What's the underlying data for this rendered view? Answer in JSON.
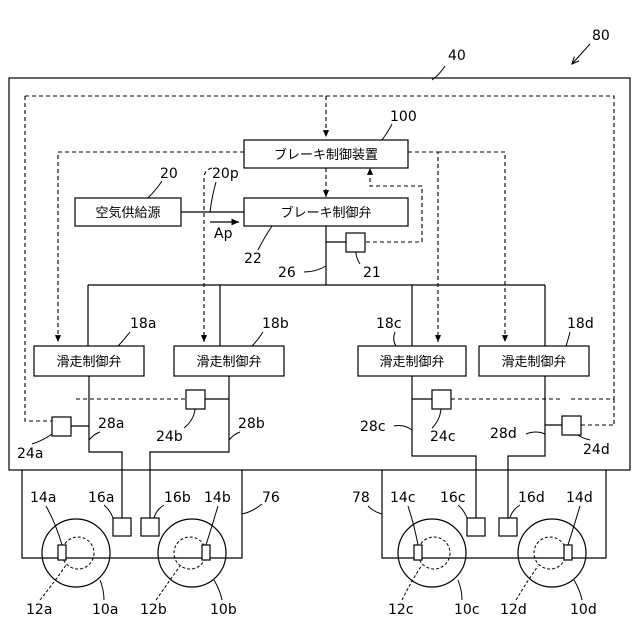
{
  "figure_number": "80",
  "vehicle_body_ref": "40",
  "brake_control_device": {
    "ref": "100",
    "label": "ブレーキ制御装置"
  },
  "air_supply": {
    "ref": "20",
    "label": "空気供給源"
  },
  "brake_control_valve": {
    "ref": "22",
    "label": "ブレーキ制御弁"
  },
  "pipe_20p": "20p",
  "pressure_label": "Ap",
  "sensor_21": "21",
  "pipe_26": "26",
  "skid_valves": [
    {
      "ref": "18a",
      "label": "滑走制御弁"
    },
    {
      "ref": "18b",
      "label": "滑走制御弁"
    },
    {
      "ref": "18c",
      "label": "滑走制御弁"
    },
    {
      "ref": "18d",
      "label": "滑走制御弁"
    }
  ],
  "sensors_24": [
    "24a",
    "24b",
    "24c",
    "24d"
  ],
  "pipes_28": [
    "28a",
    "28b",
    "28c",
    "28d"
  ],
  "trucks": [
    "76",
    "78"
  ],
  "cylinders_16": [
    "16a",
    "16b",
    "16c",
    "16d"
  ],
  "speed_sensors_14": [
    "14a",
    "14b",
    "14c",
    "14d"
  ],
  "axles_12": [
    "12a",
    "12b",
    "12c",
    "12d"
  ],
  "wheels_10": [
    "10a",
    "10b",
    "10c",
    "10d"
  ]
}
